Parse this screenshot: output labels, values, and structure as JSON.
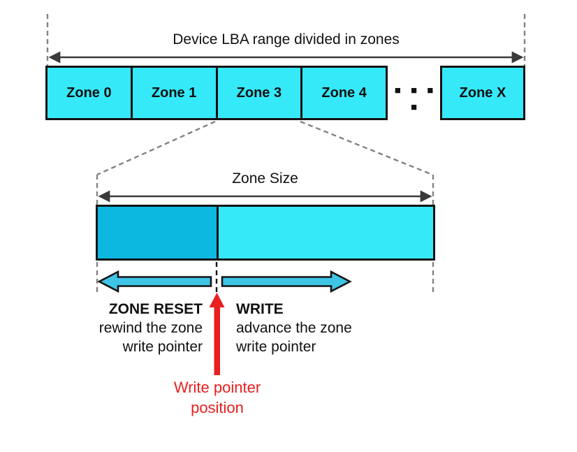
{
  "colors": {
    "zone_fill": "#35e9f9",
    "written_fill": "#0db8e0",
    "arrow_fill": "#3ec5e6",
    "outline": "#141414",
    "dashed": "#828282",
    "measure": "#3a3a3a",
    "red": "#e8201f"
  },
  "top": {
    "title": "Device LBA range divided in zones",
    "zone_labels": [
      "Zone 0",
      "Zone 1",
      "Zone 3",
      "Zone 4"
    ],
    "ellipsis": "■ ■ ■ ■",
    "zone_x_label": "Zone X"
  },
  "detail": {
    "zone_size_label": "Zone Size",
    "zone_reset": {
      "title": "ZONE RESET",
      "line1": "rewind the zone",
      "line2": "write pointer"
    },
    "write": {
      "title": "WRITE",
      "line1": "advance the zone",
      "line2": "write pointer"
    },
    "write_pointer": {
      "line1": "Write pointer",
      "line2": "position"
    }
  }
}
